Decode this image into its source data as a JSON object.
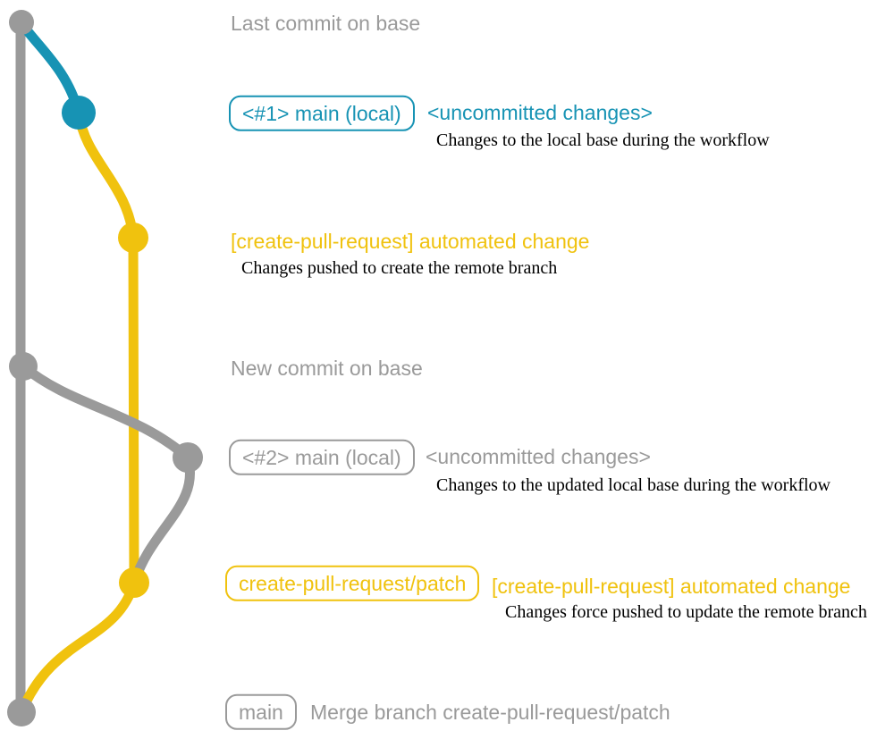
{
  "colors": {
    "gray": "#9a9a9a",
    "blue": "#1793b4",
    "yellow": "#f0c20e",
    "description": "#000000",
    "background": "#ffffff"
  },
  "rows": {
    "last_commit": {
      "label": "Last commit on base"
    },
    "local1": {
      "badge": "<#1> main (local)",
      "heading": "<uncommitted changes>",
      "description": "Changes to the local base during the workflow"
    },
    "push1": {
      "heading": "[create-pull-request] automated change",
      "description": "Changes pushed to create the remote branch"
    },
    "new_commit": {
      "label": "New commit on base"
    },
    "local2": {
      "badge": "<#2> main (local)",
      "heading": "<uncommitted changes>",
      "description": "Changes to the updated local base during the workflow"
    },
    "push2": {
      "badge": "create-pull-request/patch",
      "heading": "[create-pull-request] automated change",
      "description": "Changes force pushed to update the remote branch"
    },
    "merge": {
      "badge": "main",
      "label": "Merge branch create-pull-request/patch"
    }
  }
}
